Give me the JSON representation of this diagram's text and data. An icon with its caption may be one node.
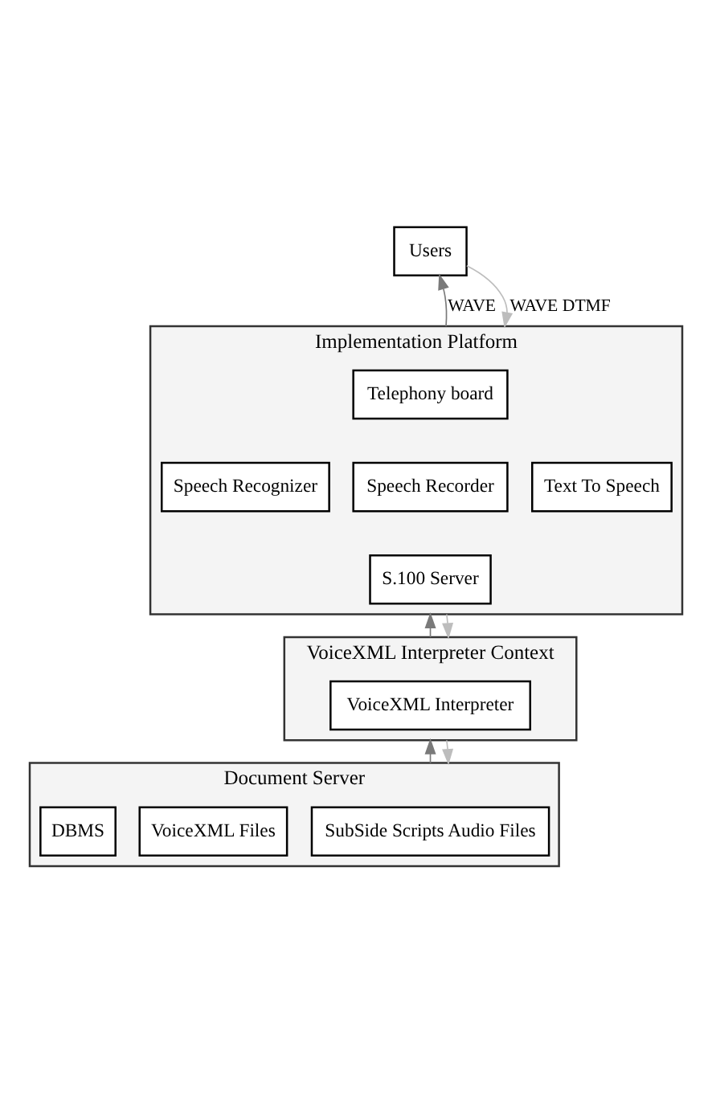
{
  "diagram": {
    "nodes": [
      {
        "text": [
          "Users"
        ]
      },
      {
        "text": [
          "Implementation Platform"
        ]
      },
      {
        "text": [
          "Telephony board"
        ],
        "in": 1
      },
      {
        "text": [
          "Speech Recognizer"
        ],
        "in": 1
      },
      {
        "text": [
          "Speech Recorder"
        ],
        "in": 1
      },
      {
        "text": [
          "Text To Speech"
        ],
        "in": 1
      },
      {
        "text": [
          "S.100 Server"
        ],
        "in": 1
      },
      {
        "text": [
          "VoiceXML Interpreter Context"
        ]
      },
      {
        "text": [
          "VoiceXML Interpreter"
        ],
        "in": 7
      },
      {
        "text": [
          "Document Server"
        ]
      },
      {
        "text": [
          "SubSide Scripts Audio Files"
        ],
        "in": 9
      },
      {
        "text": [
          "VoiceXML Files"
        ],
        "in": 9
      },
      {
        "text": [
          "DBMS"
        ],
        "in": 9
      }
    ],
    "edges": [
      {
        "from": 1,
        "to": 0,
        "arrow": "to",
        "label": "WAVE"
      },
      {
        "from": 0,
        "to": 1,
        "arrow": "to",
        "label": "WAVE DTMF"
      },
      {
        "from": 7,
        "to": 1,
        "arrow": "to"
      },
      {
        "from": 1,
        "to": 7,
        "arrow": "to"
      },
      {
        "from": 9,
        "to": 7,
        "arrow": "to"
      },
      {
        "from": 7,
        "to": 9,
        "arrow": "to"
      }
    ]
  }
}
